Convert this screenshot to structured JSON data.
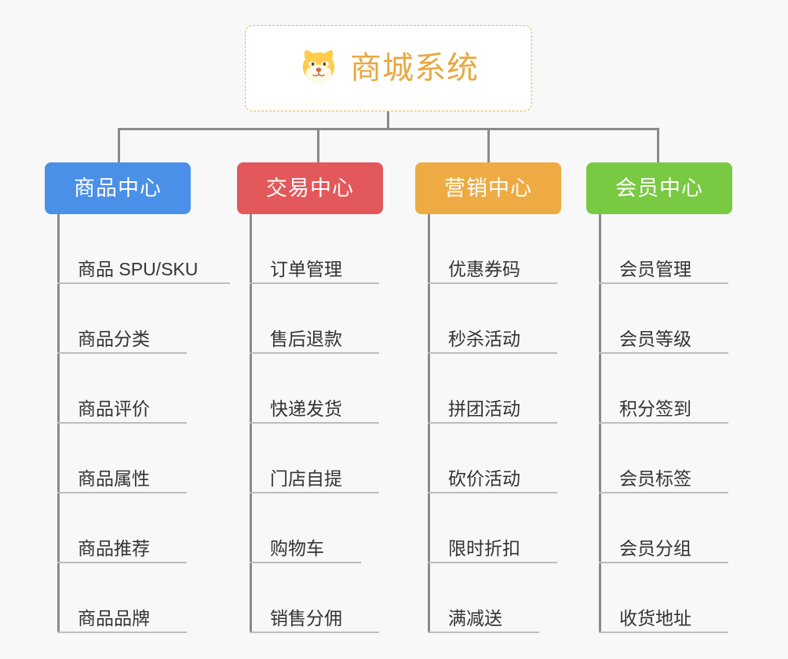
{
  "canvas": {
    "background": "#f8f8f8",
    "connector_color": "#8a8a8a"
  },
  "root": {
    "title": "商城系统",
    "icon": "dog-face-emoji",
    "text_color": "#e8a840",
    "border_color": "#edb54a",
    "background": "#ffffff"
  },
  "columns": [
    {
      "id": "product-center",
      "label": "商品中心",
      "color": "#4a90e8",
      "items": [
        {
          "label": "商品 SPU/SKU"
        },
        {
          "label": "商品分类"
        },
        {
          "label": "商品评价"
        },
        {
          "label": "商品属性"
        },
        {
          "label": "商品推荐"
        },
        {
          "label": "商品品牌"
        }
      ]
    },
    {
      "id": "trade-center",
      "label": "交易中心",
      "color": "#e3585b",
      "items": [
        {
          "label": "订单管理"
        },
        {
          "label": "售后退款"
        },
        {
          "label": "快递发货"
        },
        {
          "label": "门店自提"
        },
        {
          "label": "购物车"
        },
        {
          "label": "销售分佣"
        }
      ]
    },
    {
      "id": "marketing-center",
      "label": "营销中心",
      "color": "#eeab43",
      "items": [
        {
          "label": "优惠券码"
        },
        {
          "label": "秒杀活动"
        },
        {
          "label": "拼团活动"
        },
        {
          "label": "砍价活动"
        },
        {
          "label": "限时折扣"
        },
        {
          "label": "满减送"
        }
      ]
    },
    {
      "id": "member-center",
      "label": "会员中心",
      "color": "#7ac943",
      "items": [
        {
          "label": "会员管理"
        },
        {
          "label": "会员等级"
        },
        {
          "label": "积分签到"
        },
        {
          "label": "会员标签"
        },
        {
          "label": "会员分组"
        },
        {
          "label": "收货地址"
        }
      ]
    }
  ]
}
